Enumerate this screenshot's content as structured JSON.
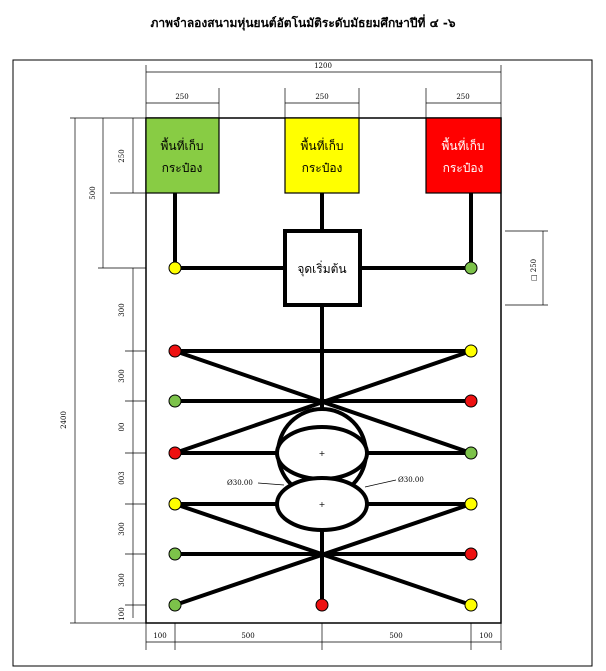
{
  "title": "ภาพจำลองสนามหุ่นยนต์อัตโนมัติระดับมัธยมศึกษาปีที่ ๔ -๖",
  "zones": [
    {
      "line1": "พื้นที่เก็บ",
      "line2": "กระป๋อง",
      "color": "#88cc44",
      "text_color": "#000000"
    },
    {
      "line1": "พื้นที่เก็บ",
      "line2": "กระป๋อง",
      "color": "#ffff00",
      "text_color": "#000000"
    },
    {
      "line1": "พื้นที่เก็บ",
      "line2": "กระป๋อง",
      "color": "#ff0000",
      "text_color": "#ffffff"
    }
  ],
  "start_box": {
    "label": "จุดเริ่มต้น"
  },
  "dims_top": {
    "total": "1200",
    "zone_w": [
      "250",
      "250",
      "250"
    ]
  },
  "dims_left": {
    "total": "2400",
    "upper": "500",
    "zone_h": "250",
    "segments": [
      "300",
      "300",
      "00",
      "003",
      "300",
      "300",
      "100"
    ]
  },
  "dims_right": {
    "start_size": "□ 250"
  },
  "dims_bottom": [
    "100",
    "500",
    "500",
    "100"
  ],
  "circles": {
    "left_label": "Ø30.00",
    "right_label": "Ø30.00"
  },
  "dot_colors": {
    "yellow": "#ffff00",
    "green": "#7cc24a",
    "red": "#ee1111"
  },
  "dots_left": [
    "yellow",
    "red",
    "green",
    "red",
    "yellow",
    "green",
    "green"
  ],
  "dots_right": [
    "green",
    "yellow",
    "red",
    "green",
    "yellow",
    "red",
    "yellow"
  ],
  "dot_bottom": "red"
}
